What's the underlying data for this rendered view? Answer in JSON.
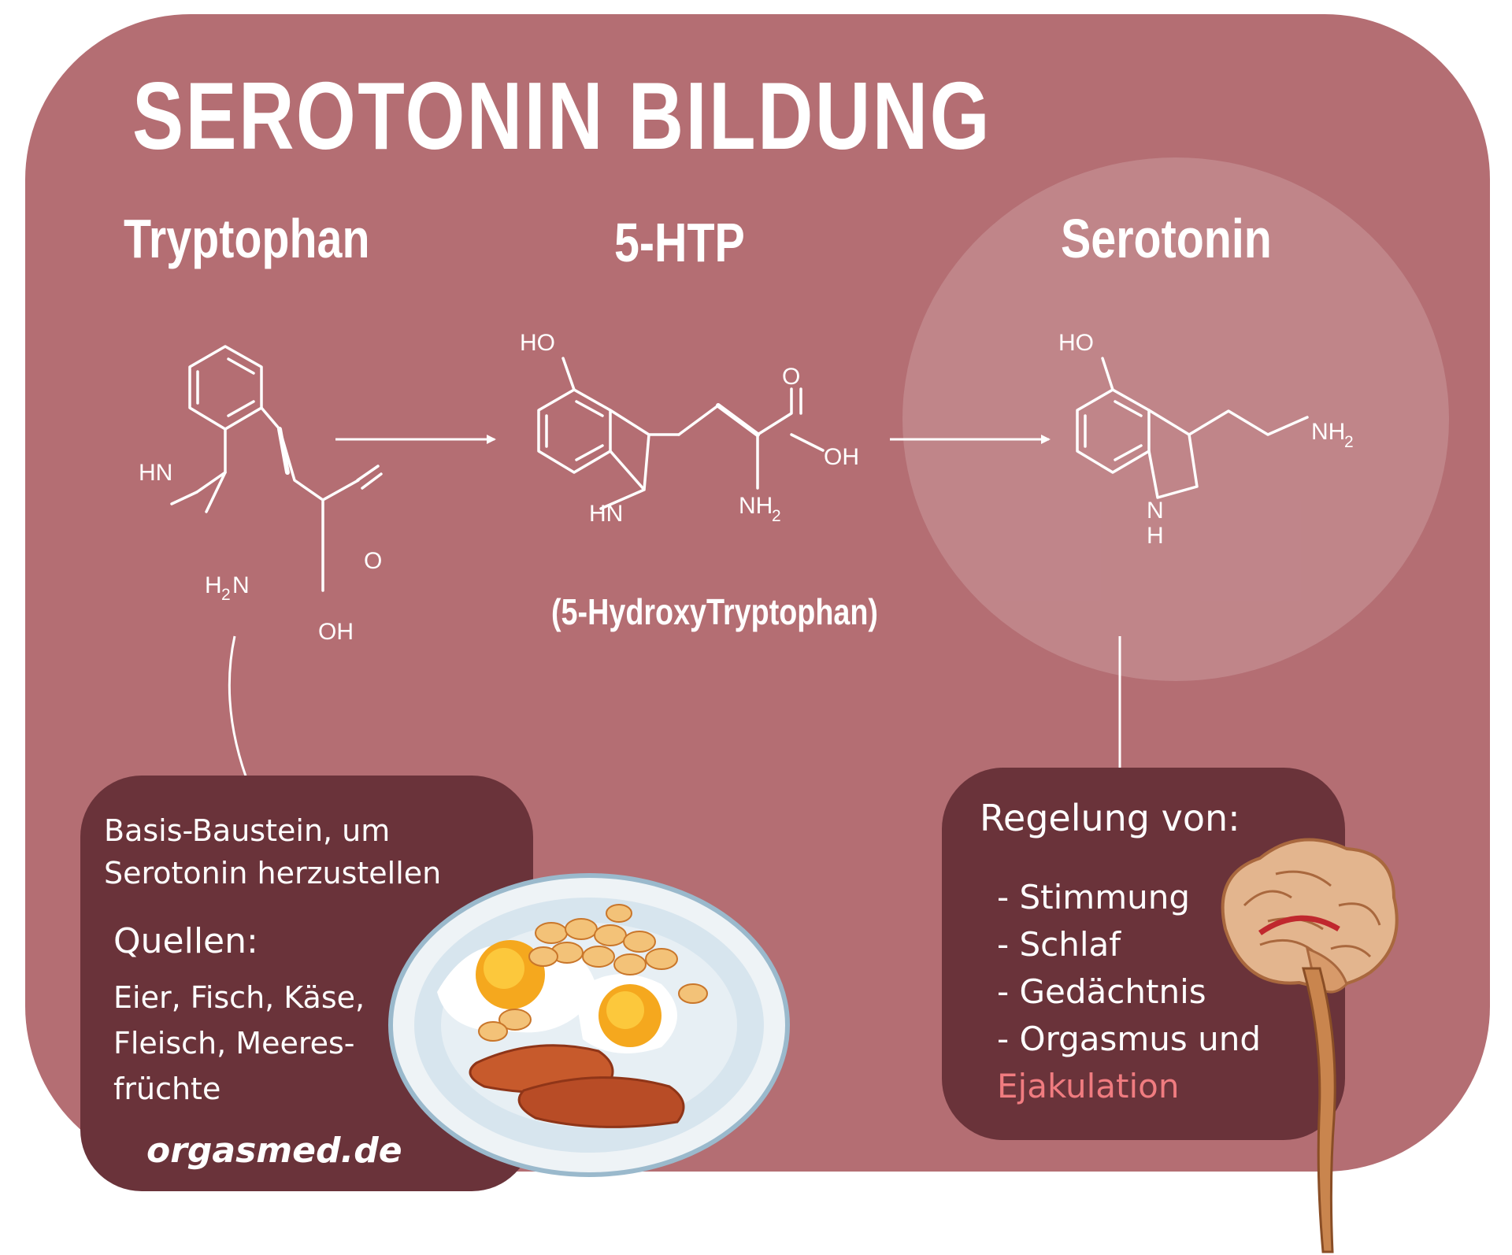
{
  "title": "SEROTONIN BILDUNG",
  "molecules": {
    "tryptophan": {
      "name": "Tryptophan",
      "atoms": {
        "hn": "HN",
        "h2n_h": "H",
        "h2n_sub": "2",
        "h2n_n": "N",
        "o": "O",
        "oh": "OH"
      }
    },
    "htp": {
      "name": "5-HTP",
      "full_name": "(5-HydroxyTryptophan)",
      "atoms": {
        "ho": "HO",
        "o": "O",
        "oh": "OH",
        "hn": "HN",
        "nh2_nh": "NH",
        "nh2_sub": "2"
      }
    },
    "serotonin": {
      "name": "Serotonin",
      "atoms": {
        "ho": "HO",
        "nh2_nh": "NH",
        "nh2_sub": "2",
        "n": "N",
        "h": "H"
      }
    }
  },
  "left_box": {
    "basis_lines": [
      "Basis-Baustein, um",
      "Serotonin herzustellen"
    ],
    "sources_heading": "Quellen:",
    "sources_lines": [
      "Eier, Fisch, Käse,",
      "Fleisch, Meeres-",
      "früchte"
    ],
    "website": "orgasmed.de"
  },
  "right_box": {
    "heading": "Regelung von:",
    "items": [
      "- Stimmung",
      "- Schlaf",
      "- Gedächtnis",
      "- Orgasmus und"
    ],
    "highlight_item": "Ejakulation",
    "highlight_color": "#f07c80"
  },
  "colors": {
    "card_background": "#b46e73",
    "box_background": "#6a333a",
    "text": "#ffffff"
  },
  "illustrations": [
    "breakfast-plate-icon",
    "brain-icon"
  ]
}
